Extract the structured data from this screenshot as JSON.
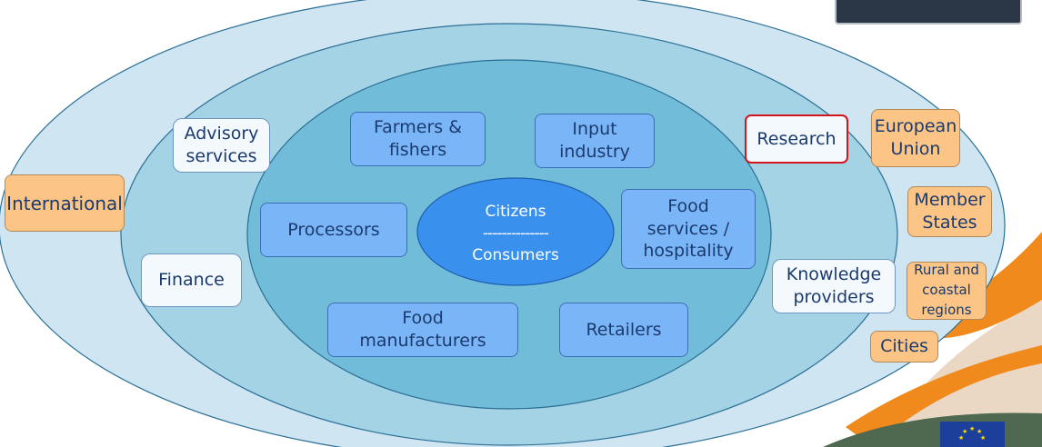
{
  "diagram": {
    "core": {
      "title": "Citizens",
      "separator": "--------------",
      "subtitle": "Consumers"
    },
    "inner_ring": [
      {
        "id": "farmers",
        "lines": [
          "Farmers &",
          "fishers"
        ]
      },
      {
        "id": "input",
        "lines": [
          "Input",
          "industry"
        ]
      },
      {
        "id": "processors",
        "lines": [
          "Processors"
        ]
      },
      {
        "id": "food-services",
        "lines": [
          "Food",
          "services /",
          "hospitality"
        ]
      },
      {
        "id": "food-manufacturers",
        "lines": [
          "Food",
          "manufacturers"
        ]
      },
      {
        "id": "retailers",
        "lines": [
          "Retailers"
        ]
      }
    ],
    "middle_ring": [
      {
        "id": "advisory",
        "lines": [
          "Advisory",
          "services"
        ]
      },
      {
        "id": "finance",
        "lines": [
          "Finance"
        ]
      },
      {
        "id": "research",
        "lines": [
          "Research"
        ]
      },
      {
        "id": "knowledge",
        "lines": [
          "Knowledge",
          "providers"
        ]
      }
    ],
    "outer_ring": [
      {
        "id": "international",
        "lines": [
          "International"
        ]
      },
      {
        "id": "eu",
        "lines": [
          "European",
          "Union"
        ]
      },
      {
        "id": "member-states",
        "lines": [
          "Member",
          "States"
        ]
      },
      {
        "id": "regions",
        "lines": [
          "Rural and",
          "coastal",
          "regions"
        ]
      },
      {
        "id": "cities",
        "lines": [
          "Cities"
        ]
      }
    ],
    "highlighted": "research"
  },
  "colors": {
    "outer_ring": "#cfe5f1",
    "middle_ring": "#a5d3e6",
    "inner_ring": "#71bcd9",
    "core": "#3991ed",
    "inner_box": "#7ab6f7",
    "white_box": "#f4f9fd",
    "orange_box": "#fcc586",
    "highlight_border": "#d4141c",
    "text": "#1b3a6e"
  },
  "icons": [
    "eu-flag-icon"
  ]
}
